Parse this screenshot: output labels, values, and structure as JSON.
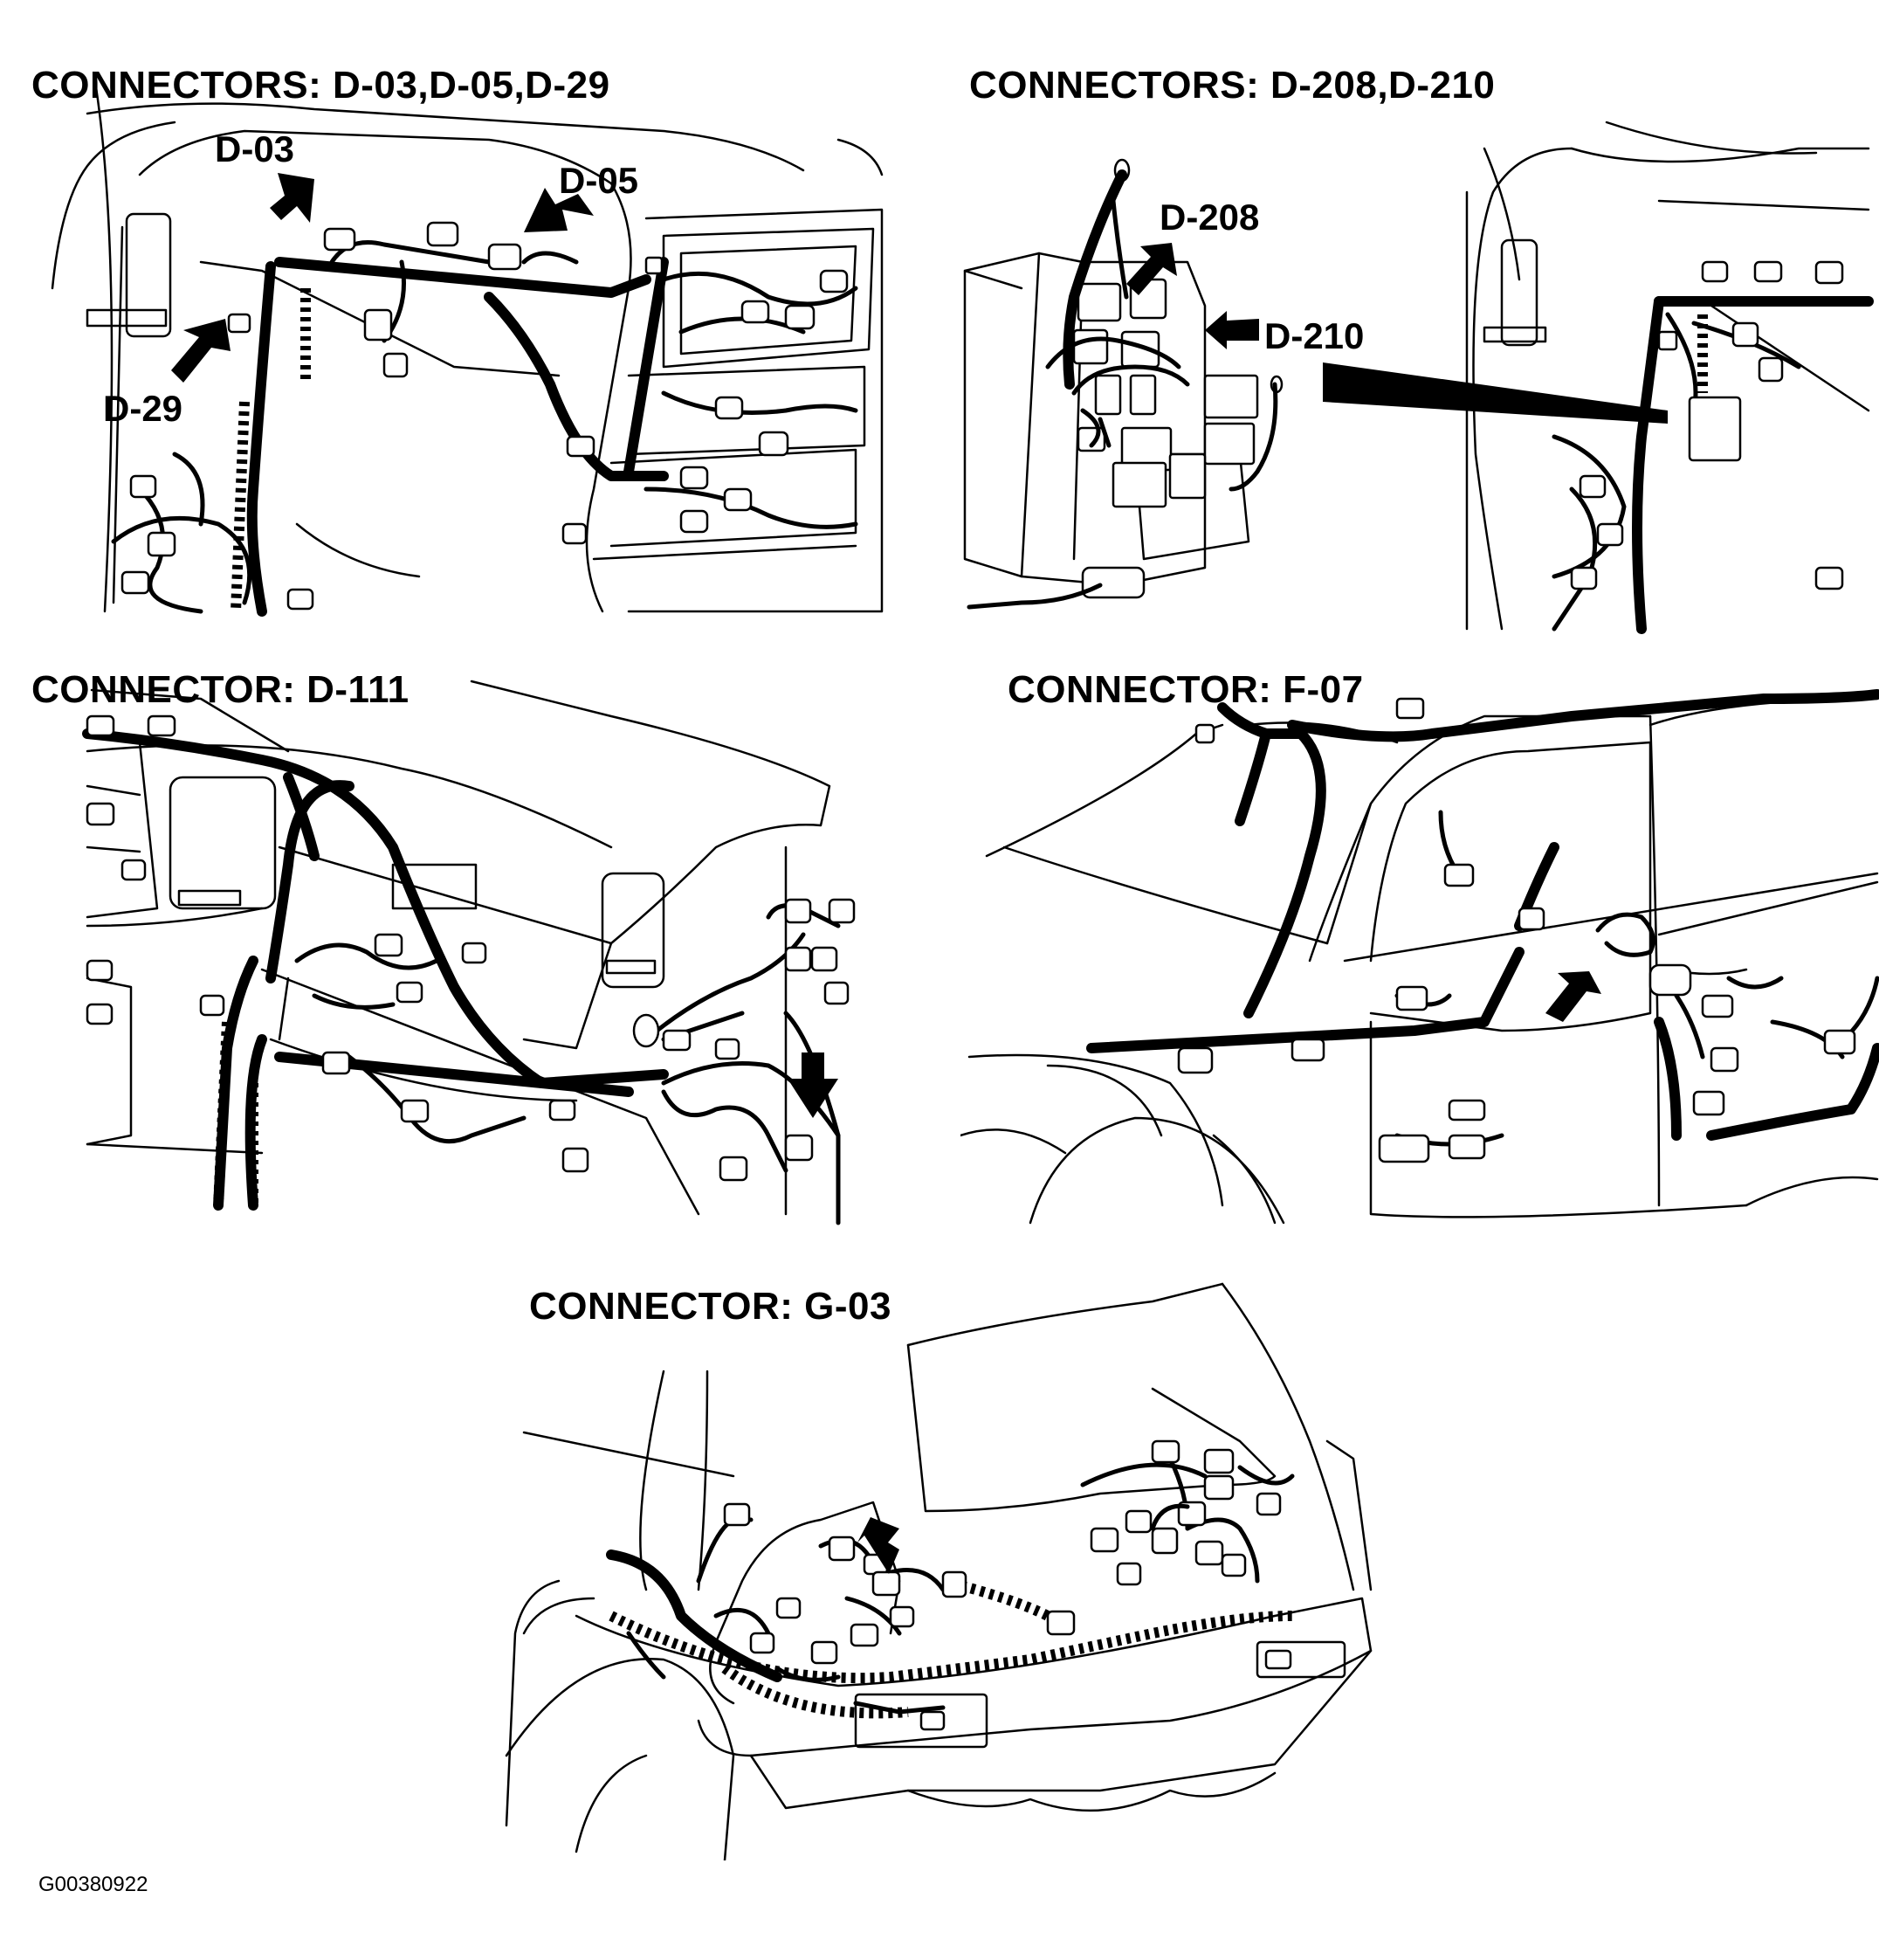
{
  "panels": [
    {
      "id": "p1",
      "heading": "CONNECTORS: D-03,D-05,D-29",
      "callouts": [
        {
          "id": "c1",
          "label": "D-03"
        },
        {
          "id": "c2",
          "label": "D-05"
        },
        {
          "id": "c3",
          "label": "D-29"
        }
      ]
    },
    {
      "id": "p2",
      "heading": "CONNECTORS: D-208,D-210",
      "callouts": [
        {
          "id": "c1",
          "label": "D-208"
        },
        {
          "id": "c2",
          "label": "D-210"
        }
      ]
    },
    {
      "id": "p3",
      "heading": "CONNECTOR: D-111",
      "callouts": []
    },
    {
      "id": "p4",
      "heading": "CONNECTOR: F-07",
      "callouts": []
    },
    {
      "id": "p5",
      "heading": "CONNECTOR: G-03",
      "callouts": []
    }
  ],
  "figure_id": "G00380922",
  "icons": [
    "pointer-arrow-icon"
  ],
  "colors": {
    "ink": "#000000",
    "paper": "#ffffff"
  }
}
